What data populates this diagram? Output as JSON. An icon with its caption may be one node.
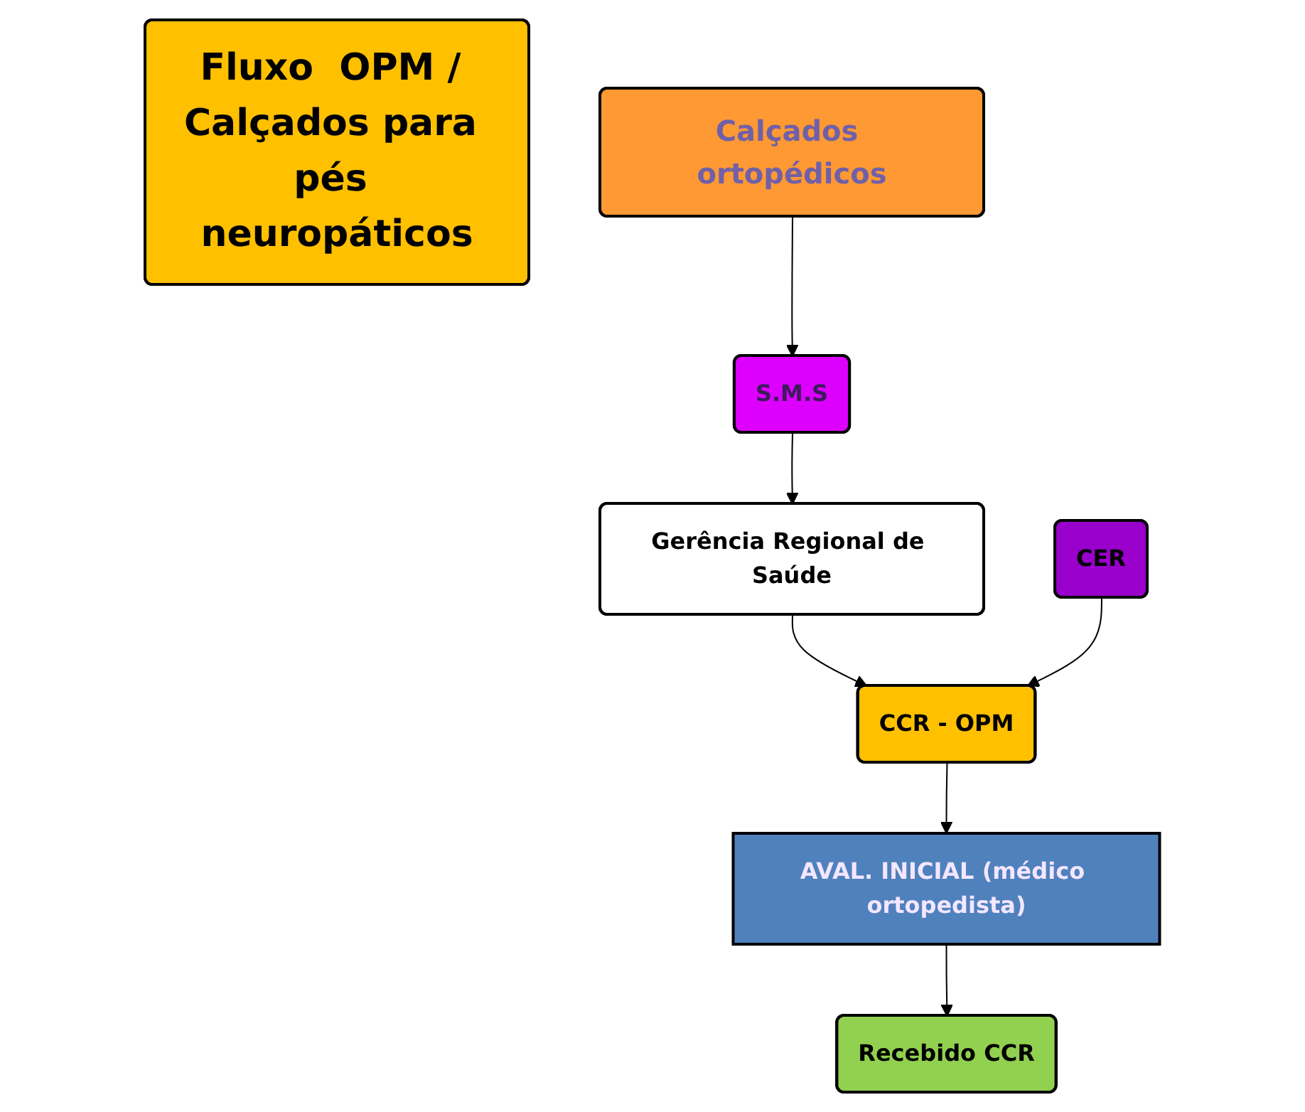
{
  "diagram": {
    "nodes": [
      {
        "text": [
          "Fluxo  OPM / Calçados para pés neuropáticos"
        ]
      },
      {
        "text": [
          "Calçados ortopédicos"
        ]
      },
      {
        "text": [
          "S.M.S"
        ]
      },
      {
        "text": [
          "Gerência Regional de Saúde"
        ]
      },
      {
        "text": [
          "CER"
        ]
      },
      {
        "text": [
          "CCR - OPM"
        ]
      },
      {
        "text": [
          "AVAL. INICIAL (médico ortopedista)"
        ]
      },
      {
        "text": [
          "Recebido CCR"
        ]
      }
    ],
    "edges": [
      {
        "from": 1,
        "to": 2,
        "arrow": "to"
      },
      {
        "from": 2,
        "to": 3,
        "arrow": "to"
      },
      {
        "from": 3,
        "to": 5,
        "arrow": "to"
      },
      {
        "from": 4,
        "to": 5,
        "arrow": "to"
      },
      {
        "from": 5,
        "to": 6,
        "arrow": "to"
      },
      {
        "from": 6,
        "to": 7,
        "arrow": "to"
      }
    ]
  }
}
